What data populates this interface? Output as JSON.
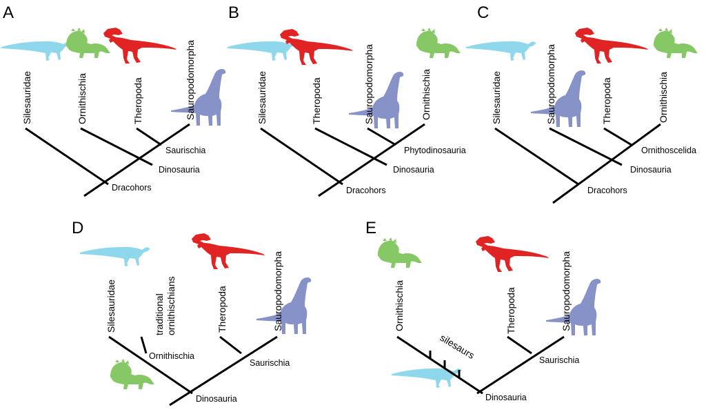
{
  "colors": {
    "silesaurid": "#8fd8ec",
    "ornithischian": "#86c766",
    "theropod": "#e02323",
    "sauropodomorph": "#8793c8",
    "branch": "#000000"
  },
  "panels": [
    {
      "letter": "A",
      "tips": [
        "Silesauridae",
        "Ornithischia",
        "Theropoda",
        "Sauropodomorpha"
      ],
      "nodes": [
        "Saurischia",
        "Dinosauria",
        "Dracohors"
      ]
    },
    {
      "letter": "B",
      "tips": [
        "Silesauridae",
        "Theropoda",
        "Sauropodomorpha",
        "Ornithischia"
      ],
      "nodes": [
        "Phytodinosauria",
        "Dinosauria",
        "Dracohors"
      ]
    },
    {
      "letter": "C",
      "tips": [
        "Silesauridae",
        "Sauropodomorpha",
        "Theropoda",
        "Ornithischia"
      ],
      "nodes": [
        "Ornithoscelida",
        "Dinosauria",
        "Dracohors"
      ]
    },
    {
      "letter": "D",
      "tips": [
        "Silesauridae",
        "traditional",
        "ornithischians",
        "Theropoda",
        "Sauropodomorpha"
      ],
      "nodes": [
        "Ornithischia",
        "Saurischia",
        "Dinosauria"
      ]
    },
    {
      "letter": "E",
      "tips": [
        "Ornithischia",
        "Theropoda",
        "Sauropodomorpha"
      ],
      "group": "silesaurs",
      "nodes": [
        "Saurischia",
        "Dinosauria"
      ]
    }
  ],
  "icons": {
    "silesaurid": "silesaurid-silhouette-icon",
    "ornithischian": "ceratopsian-silhouette-icon",
    "theropod": "theropod-silhouette-icon",
    "sauropodomorph": "sauropodomorph-silhouette-icon"
  }
}
